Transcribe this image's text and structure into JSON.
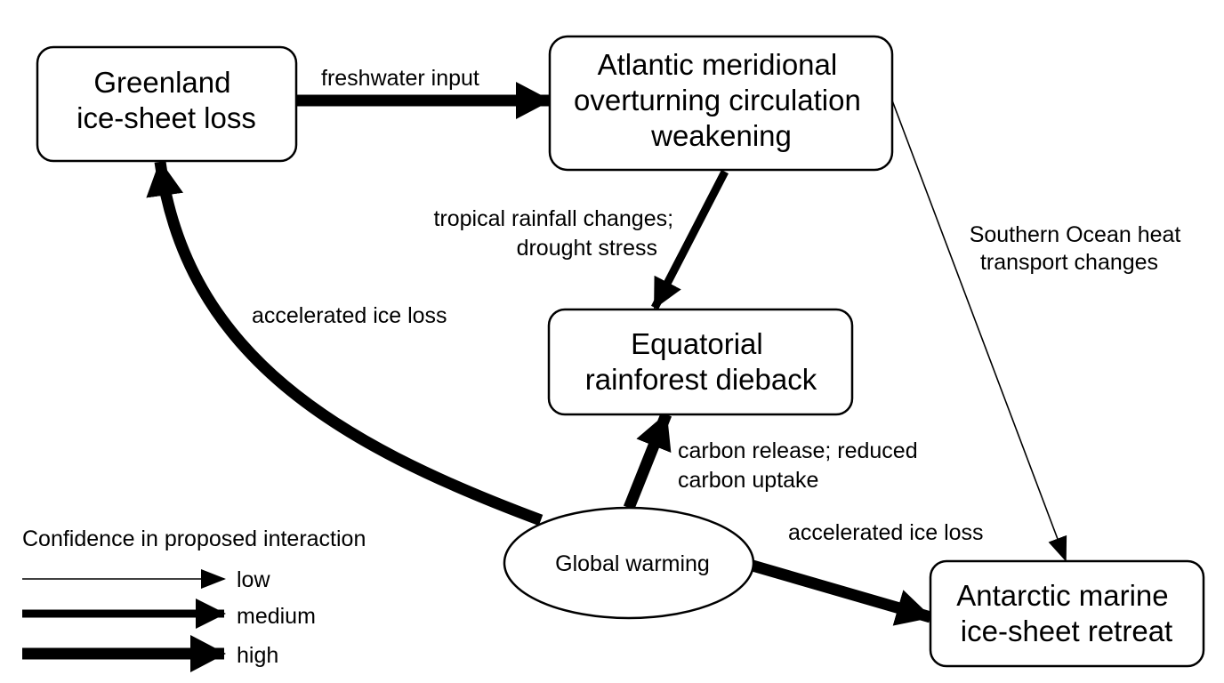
{
  "colors": {
    "stroke": "#000000",
    "background": "#ffffff"
  },
  "nodes": {
    "greenland": {
      "lines": [
        "Greenland",
        "ice-sheet loss"
      ]
    },
    "amoc": {
      "lines": [
        "Atlantic meridional",
        "overturning circulation",
        "weakening"
      ]
    },
    "rainforest": {
      "lines": [
        "Equatorial",
        "rainforest dieback"
      ]
    },
    "antarctic": {
      "lines": [
        "Antarctic marine",
        "ice-sheet retreat"
      ]
    },
    "warming": {
      "lines": [
        "Global warming"
      ]
    }
  },
  "edges": {
    "greenland_to_amoc": {
      "lines": [
        "freshwater input"
      ],
      "confidence": "high"
    },
    "amoc_to_rainforest": {
      "lines": [
        "tropical rainfall changes;",
        "drought stress"
      ],
      "confidence": "medium"
    },
    "amoc_to_antarctic": {
      "lines": [
        "Southern Ocean heat",
        "transport changes"
      ],
      "confidence": "low"
    },
    "warming_to_greenland": {
      "lines": [
        "accelerated ice loss"
      ],
      "confidence": "high"
    },
    "warming_to_rainforest": {
      "lines": [
        "carbon release; reduced",
        "carbon uptake"
      ],
      "confidence": "high"
    },
    "warming_to_antarctic": {
      "lines": [
        "accelerated ice loss"
      ],
      "confidence": "high"
    }
  },
  "legend": {
    "title": "Confidence in proposed interaction",
    "items": [
      {
        "level": "low",
        "label": "low"
      },
      {
        "level": "medium",
        "label": "medium"
      },
      {
        "level": "high",
        "label": "high"
      }
    ]
  }
}
